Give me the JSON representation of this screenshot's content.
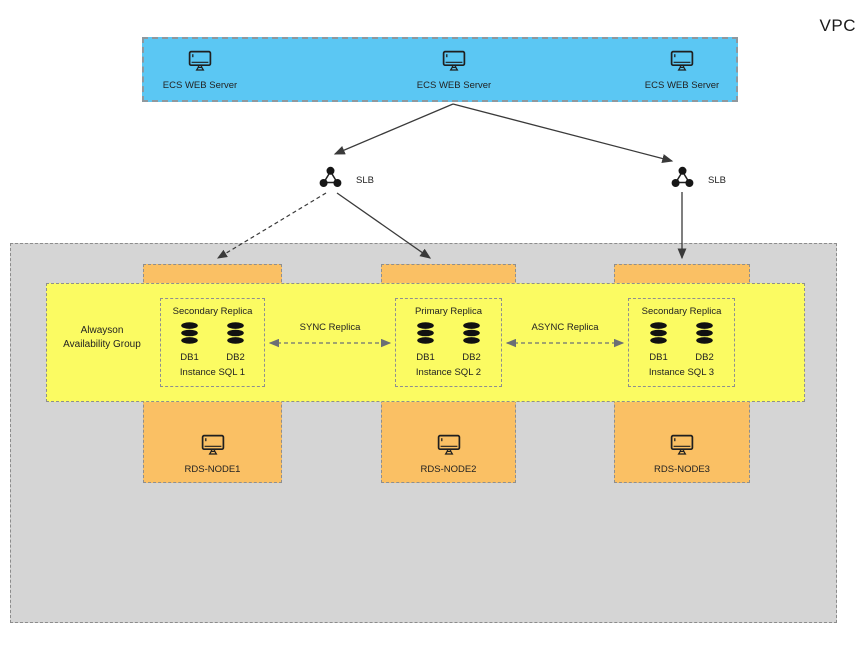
{
  "vpc": {
    "label": "VPC"
  },
  "colors": {
    "ecs_zone_fill": "#5bc7f3",
    "node_fill": "#fac064",
    "availability_group_fill": "#fbfb62",
    "rds_zone_fill": "#d5d5d5",
    "dashed_border": "#8f8f8f",
    "arrow": "#3a3a3a"
  },
  "ecs_zone": {
    "servers": [
      {
        "label": "ECS WEB Server"
      },
      {
        "label": "ECS WEB Server"
      },
      {
        "label": "ECS WEB Server"
      }
    ]
  },
  "load_balancers": [
    {
      "label": "SLB"
    },
    {
      "label": "SLB"
    }
  ],
  "rds_zone": {
    "availability_group": {
      "line1": "Alwayson",
      "line2": "Availability Group"
    },
    "replication_links": [
      {
        "label": "SYNC Replica"
      },
      {
        "label": "ASYNC Replica"
      }
    ],
    "instances": [
      {
        "replica_role": "Secondary Replica",
        "db_labels": [
          "DB1",
          "DB2"
        ],
        "instance_label": "Instance SQL 1",
        "node_label": "RDS-NODE1"
      },
      {
        "replica_role": "Primary Replica",
        "db_labels": [
          "DB1",
          "DB2"
        ],
        "instance_label": "Instance SQL 2",
        "node_label": "RDS-NODE2"
      },
      {
        "replica_role": "Secondary Replica",
        "db_labels": [
          "DB1",
          "DB2"
        ],
        "instance_label": "Instance SQL 3",
        "node_label": "RDS-NODE3"
      }
    ]
  }
}
